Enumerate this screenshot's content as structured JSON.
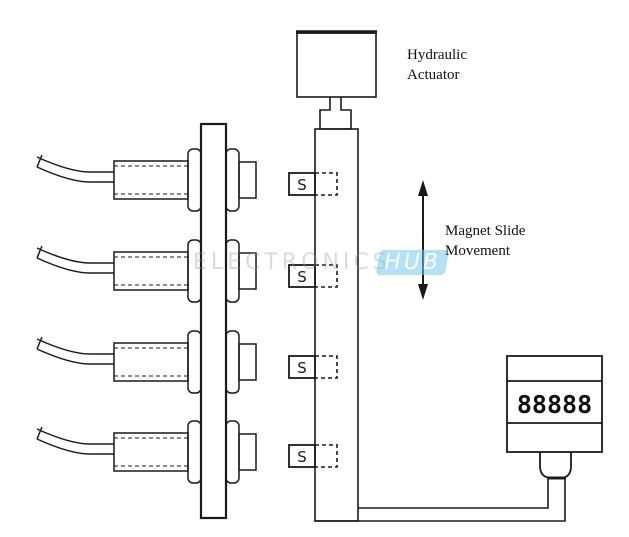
{
  "labels": {
    "actuator_line1": "Hydraulic",
    "actuator_line2": "Actuator",
    "movement_line1": "Magnet Slide",
    "movement_line2": "Movement"
  },
  "magnet_label": "S",
  "counter_display": "88888",
  "watermark": {
    "text": "ELECTRONICS",
    "badge": "HUB",
    "badge_color": "#78c8eb"
  },
  "components": {
    "sensors": [
      "sensor-1",
      "sensor-2",
      "sensor-3",
      "sensor-4"
    ],
    "magnets": [
      "magnet-1",
      "magnet-2",
      "magnet-3",
      "magnet-4"
    ]
  },
  "colors": {
    "stroke": "#1a1a1a",
    "background": "#ffffff"
  }
}
